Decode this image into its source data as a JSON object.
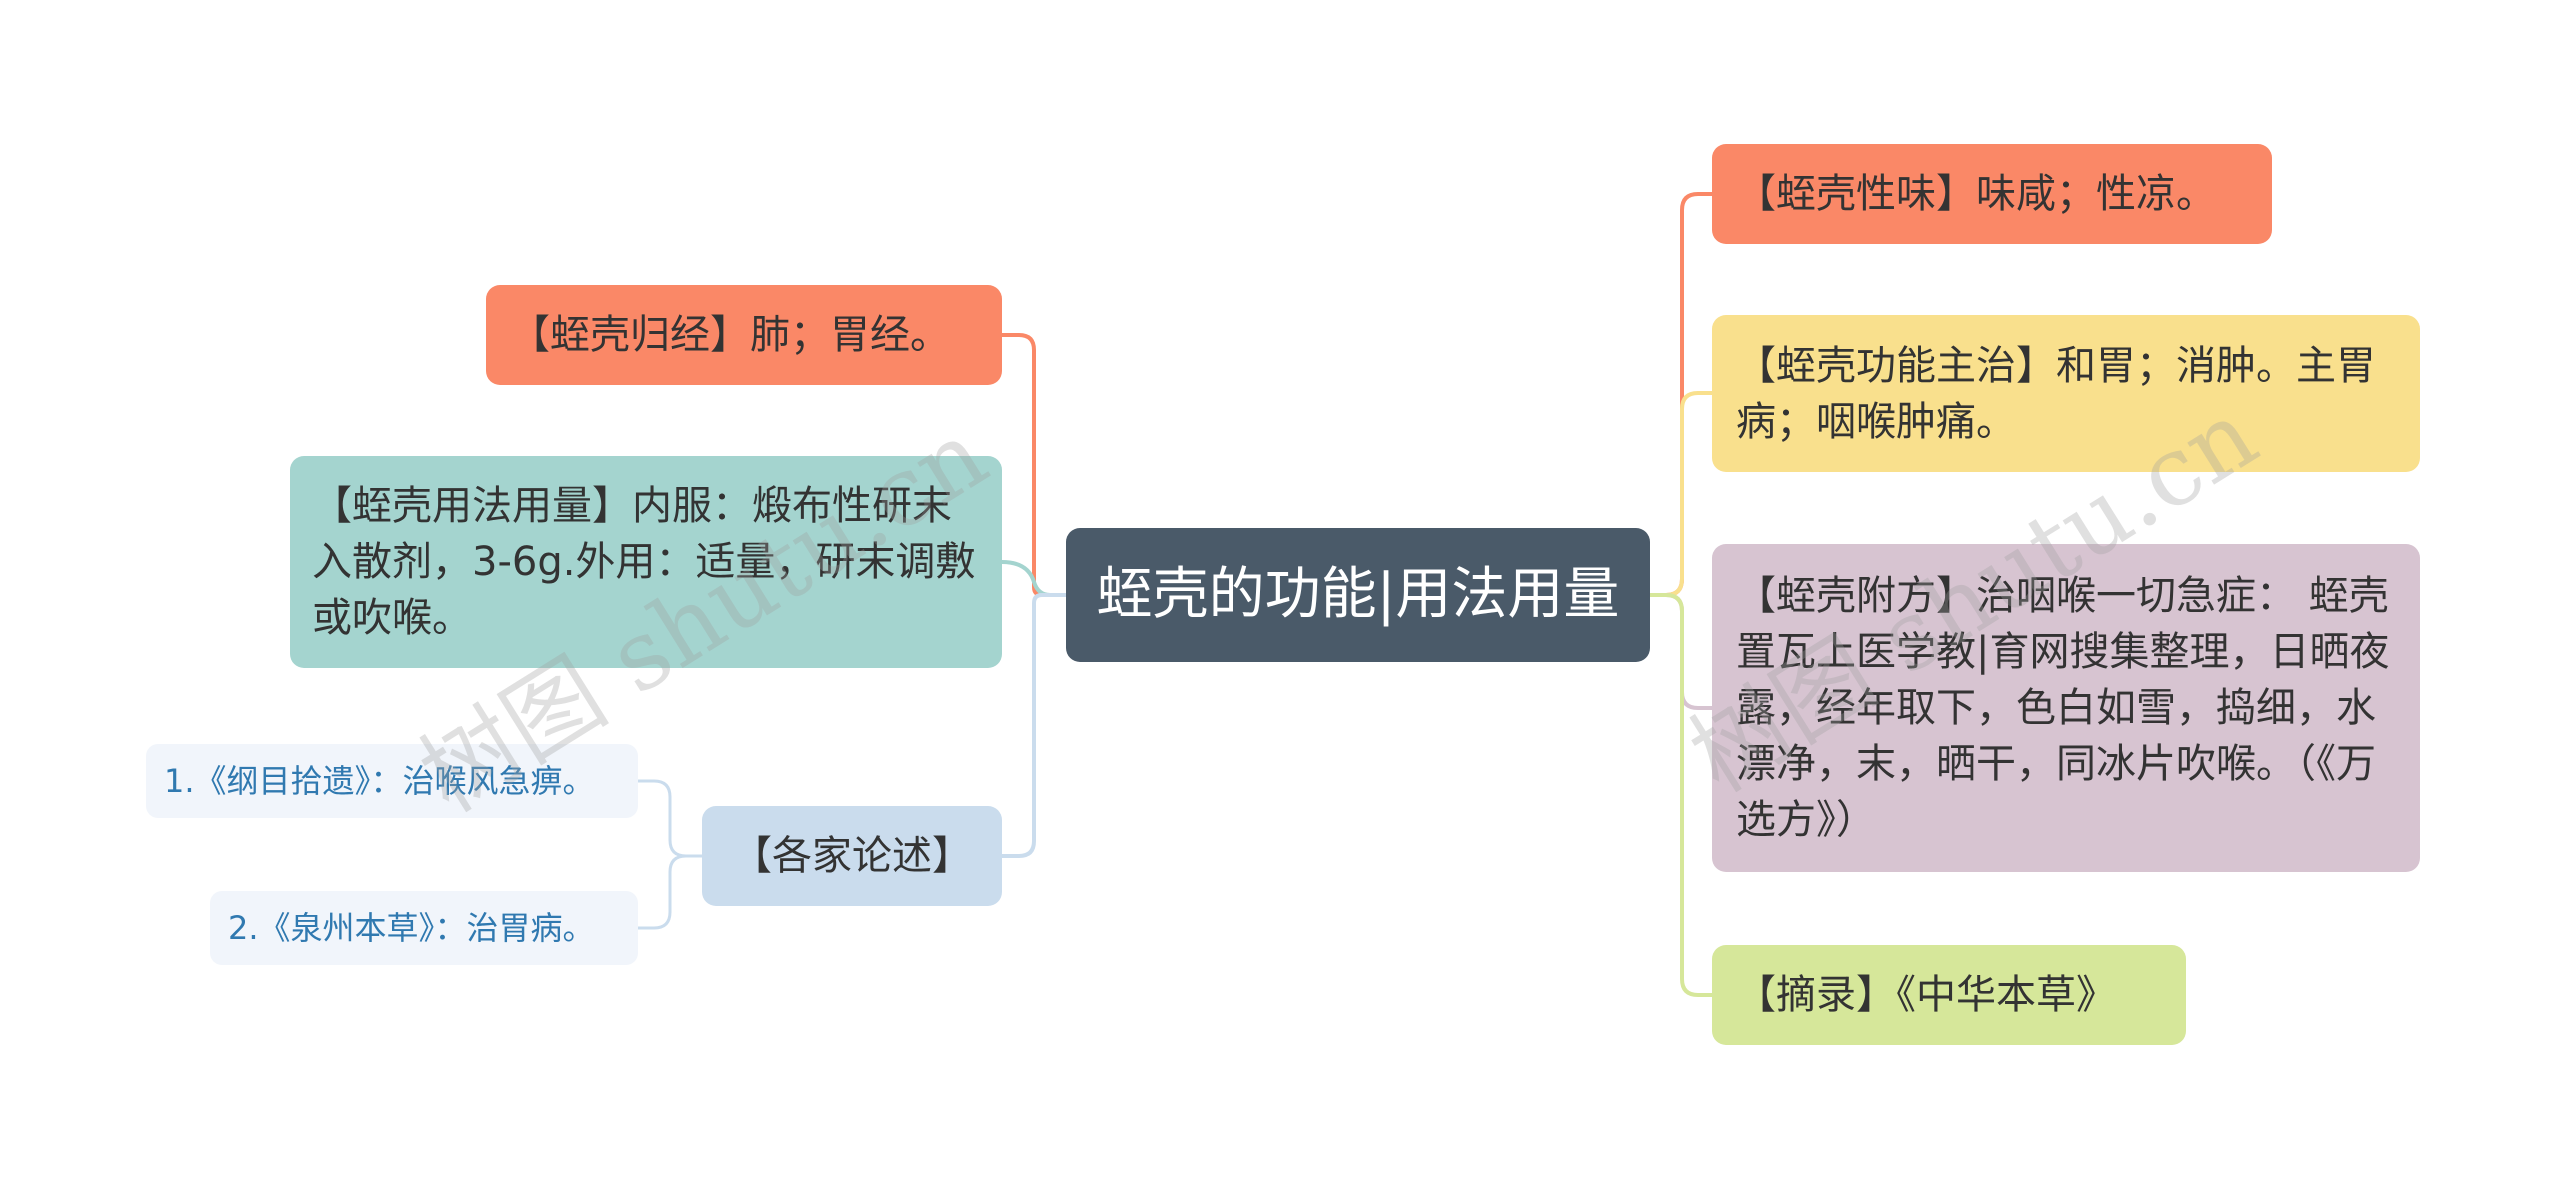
{
  "root": {
    "label": "蛭壳的功能|用法用量"
  },
  "left": {
    "guijing": "【蛭壳归经】肺；胃经。",
    "yongfa": "【蛭壳用法用量】内服：煅布性研末入散剂，3-6g.外用：适量，研末调敷或吹喉。",
    "gejia": {
      "label": "【各家论述】",
      "items": [
        "1.《纲目拾遗》：治喉风急痹。",
        "2.《泉州本草》：治胃病。"
      ]
    }
  },
  "right": {
    "xingwei": "【蛭壳性味】味咸；性凉。",
    "gongneng": "【蛭壳功能主治】和胃；消肿。主胃病；咽喉肿痛。",
    "fufang": "【蛭壳附方】治咽喉一切急症： 蛭壳置瓦上医学教|育网搜集整理，日晒夜露，经年取下，色白如雪，捣细，水漂净，末，晒干，同冰片吹喉。（《万选方》）",
    "zhailu": "【摘录】《中华本草》"
  },
  "watermark": [
    "树图 shutu.cn",
    "树图 shutu.cn"
  ],
  "colors": {
    "root": "#4a5a69",
    "salmon": "#fa8867",
    "teal": "#a4d4cf",
    "blue": "#cadced",
    "yellow": "#f9e08d",
    "mauve": "#d7c4d1",
    "green": "#d6e79a",
    "sub_text": "#3079b0"
  }
}
